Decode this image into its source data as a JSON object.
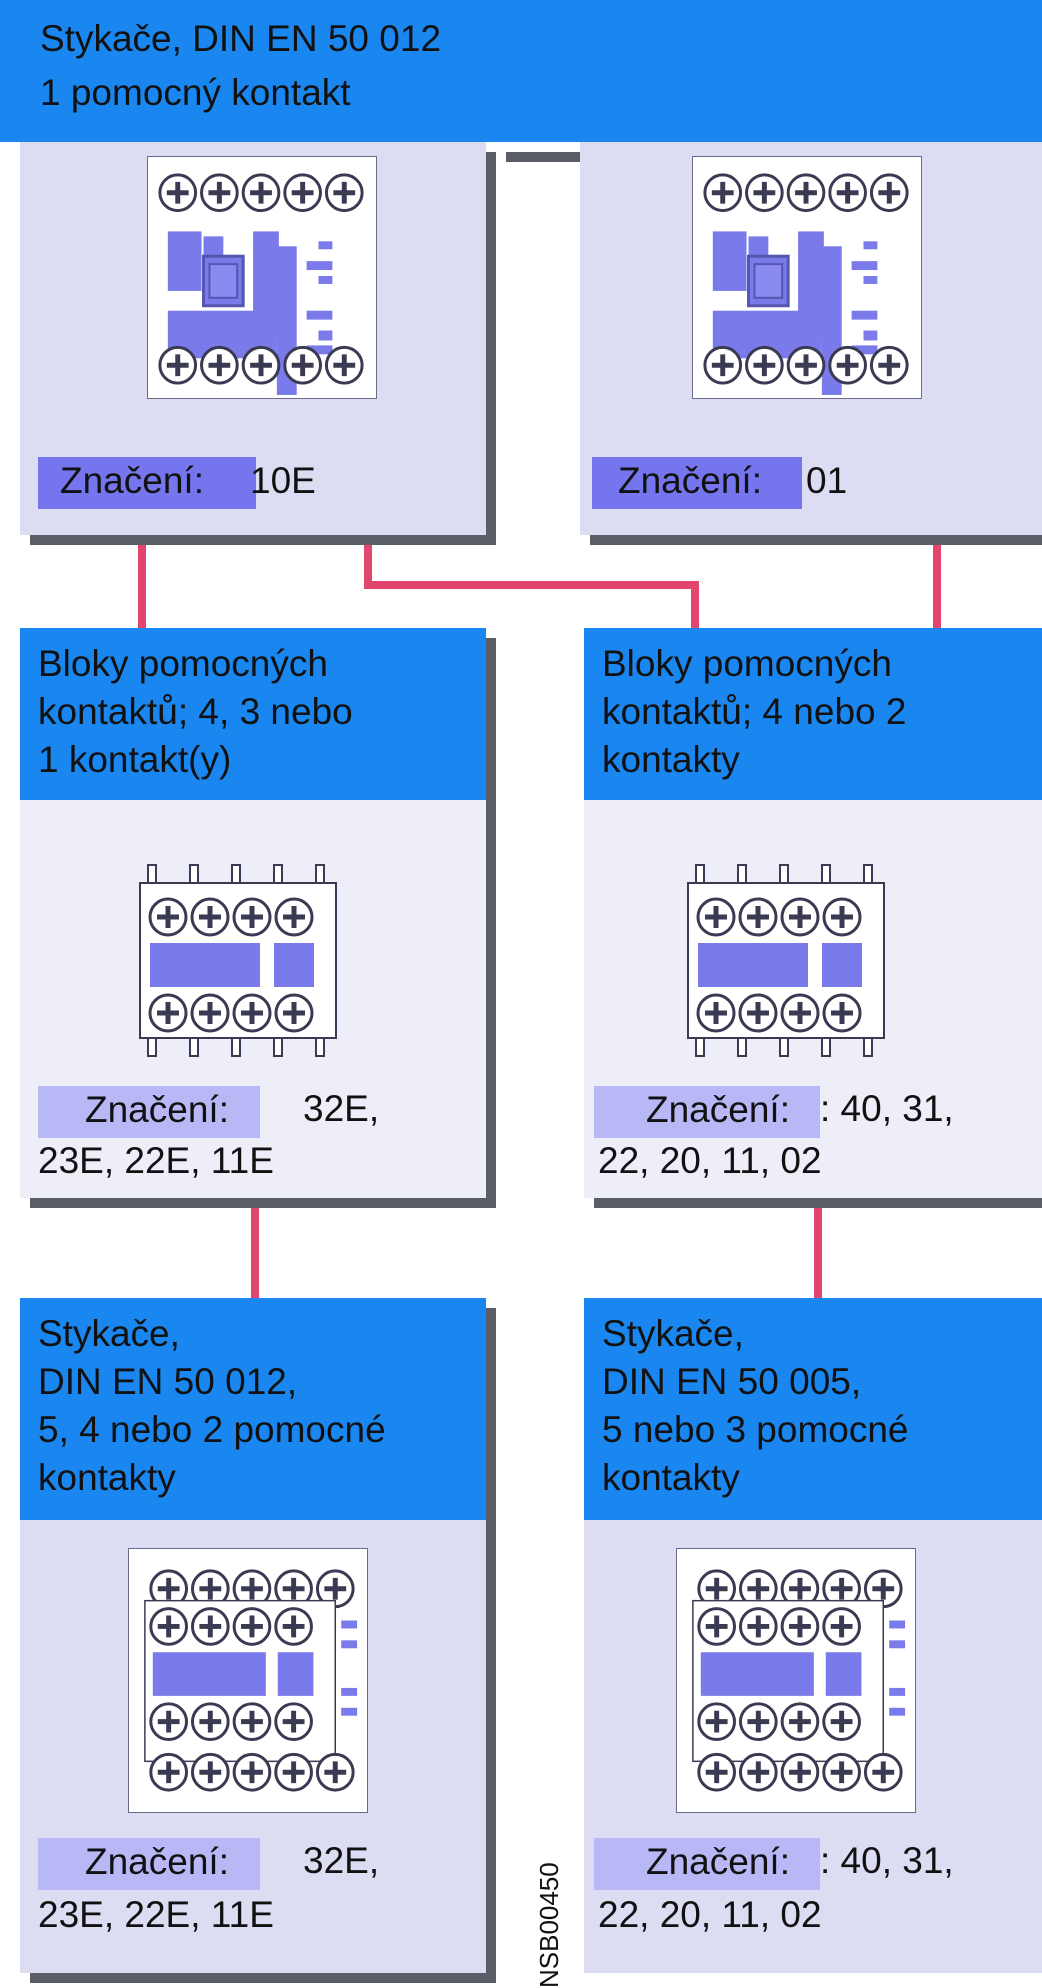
{
  "colors": {
    "header_blue": "#1a86ef",
    "panel_lavender": "#dcdcf2",
    "label_violet": "#7575ee",
    "connector_pink": "#e2456e",
    "shadow_gray": "#5a5c66"
  },
  "top_left": {
    "header_line1": "Stykače, DIN EN 50 012",
    "header_line2": "1 pomocný kontakt",
    "label": "Značení:",
    "code": "10E"
  },
  "top_right": {
    "label": "Značení:",
    "code": "01"
  },
  "mid_left": {
    "header_line1": "Bloky pomocných",
    "header_line2": "kontaktů; 4, 3 nebo",
    "header_line3": "1 kontakt(y)",
    "label": "Značení:",
    "code_line1": "32E,",
    "code_line2": "23E, 22E, 11E"
  },
  "mid_right": {
    "header_line1": "Bloky pomocných",
    "header_line2": "kontaktů; 4 nebo 2",
    "header_line3": "kontakty",
    "label": "Značení:",
    "code_line1": ": 40, 31,",
    "code_line2": "22, 20, 11, 02"
  },
  "bot_left": {
    "header_line1": "Stykače,",
    "header_line2": "DIN EN 50 012,",
    "header_line3": "5, 4 nebo 2 pomocné",
    "header_line4": "kontakty",
    "label": "Značení:",
    "code_line1": "32E,",
    "code_line2": "23E, 22E, 11E"
  },
  "bot_right": {
    "header_line1": "Stykače,",
    "header_line2": "DIN EN 50 005,",
    "header_line3": "5 nebo 3 pomocné",
    "header_line4": "kontakty",
    "label": "Značení:",
    "code_line1": ": 40, 31,",
    "code_line2": "22, 20, 11, 02"
  },
  "figure_id": "NSB00450"
}
